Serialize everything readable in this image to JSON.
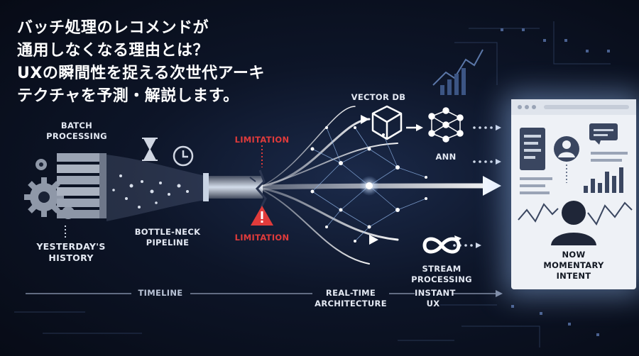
{
  "title_lines": [
    "バッチ処理のレコメンドが",
    "通用しなくなる理由とは？",
    "UXの瞬間性を捉える次世代アーキ",
    "テクチャを予測・解説します。"
  ],
  "labels": {
    "batch_processing": [
      "BATCH",
      "PROCESSING"
    ],
    "yesterdays_history": [
      "YESTERDAY'S",
      "HISTORY"
    ],
    "bottleneck_pipeline": [
      "BOTTLE-NECK",
      "PIPELINE"
    ],
    "limitation_top": "LIMITATION",
    "limitation_bottom": "LIMITATION",
    "vector_db": "VECTOR DB",
    "ann": "ANN",
    "stream_processing": [
      "STREAM",
      "PROCESSING"
    ],
    "now_momentary_intent": [
      "NOW",
      "MOMENTARY",
      "INTENT"
    ],
    "timeline": "TIMELINE",
    "real_time_architecture": [
      "REAL-TIME",
      "ARCHITECTURE"
    ],
    "instant_ux": [
      "INSTANT",
      "UX"
    ]
  },
  "icons": [
    "gear-icon",
    "server-stack-icon",
    "hourglass-icon",
    "clock-icon",
    "warning-icon",
    "cube-icon",
    "neural-network-icon",
    "infinity-icon",
    "user-avatar-icon",
    "chat-bubble-icon",
    "bar-chart-icon"
  ],
  "colors": {
    "accent_red": "#e03b3b",
    "glow": "#cfe4ff",
    "panel_bg": "#eef1f6"
  }
}
